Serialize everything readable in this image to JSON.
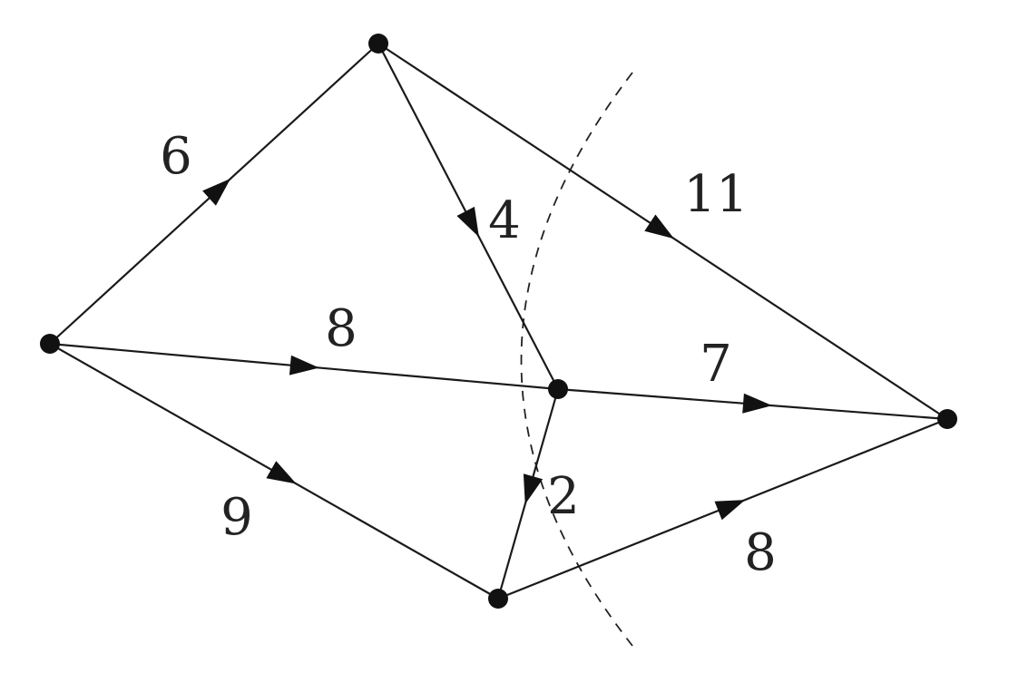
{
  "graph": {
    "nodes": [
      {
        "id": "top"
      },
      {
        "id": "left"
      },
      {
        "id": "center"
      },
      {
        "id": "right"
      },
      {
        "id": "bottom"
      }
    ],
    "edges": [
      {
        "id": "left-top",
        "from": "left",
        "to": "top",
        "weight": "6"
      },
      {
        "id": "top-center",
        "from": "top",
        "to": "center",
        "weight": "4"
      },
      {
        "id": "top-right",
        "from": "top",
        "to": "right",
        "weight": "11"
      },
      {
        "id": "left-center",
        "from": "left",
        "to": "center",
        "weight": "8"
      },
      {
        "id": "center-right",
        "from": "center",
        "to": "right",
        "weight": "7"
      },
      {
        "id": "left-bottom",
        "from": "left",
        "to": "bottom",
        "weight": "9"
      },
      {
        "id": "center-bottom",
        "from": "center",
        "to": "bottom",
        "weight": "2"
      },
      {
        "id": "bottom-right",
        "from": "bottom",
        "to": "right",
        "weight": "8"
      }
    ],
    "cut": {
      "style": "dashed"
    }
  }
}
